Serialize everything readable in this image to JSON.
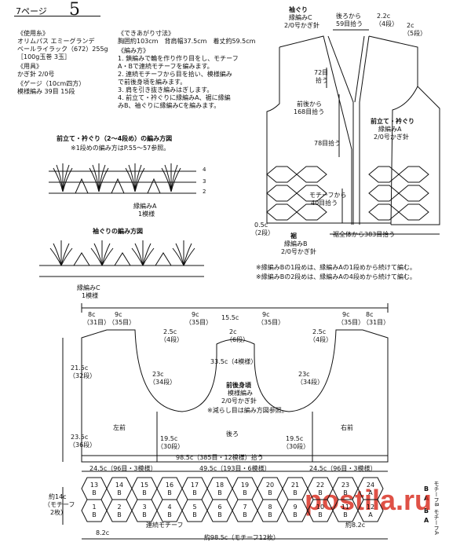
{
  "header": {
    "page_label": "7ページ",
    "page_number": "5"
  },
  "materials": {
    "title": "《使用糸》",
    "yarn": "オリムパス エミーグランデ",
    "color": "ベールライラック（672）255g",
    "ball": "［100g玉巻 3玉］",
    "tools_title": "《用具》",
    "hook": "かぎ針 2/0号",
    "gauge_title": "《ゲージ（10cm四方）",
    "gauge": "模様編み 39目 15段"
  },
  "finished_size": {
    "title": "《できあがり寸法》",
    "values": "胸囲約103cm　背肩幅37.5cm　着丈約59.5cm"
  },
  "method": {
    "title": "《編み方》",
    "steps": [
      "1. 鎖編みで輪を作り作り目をし、モチーフ",
      "A・Bで連続モチーフを編みます。",
      "2. 連続モチーフから目を拾い、模様編み",
      "で前後身頃を編みます。",
      "3. 肩を引き抜き編みはぎします。",
      "4. 前立て・衿ぐりに縁編みA、裾に縁編",
      "みB、袖ぐりに縁編みCを編みます。"
    ]
  },
  "chart_a": {
    "title": "前立て・衿ぐり（2〜4段め）の編み方図",
    "note": "※1段めの編み方はP.55〜57参照。",
    "label": "縁編みA",
    "repeat": "1模様",
    "rows": [
      "4",
      "3",
      "2"
    ]
  },
  "chart_c": {
    "title": "袖ぐりの編み方図",
    "label": "縁編みC",
    "repeat": "1模様"
  },
  "vest": {
    "armhole_label": "袖ぐり",
    "armhole_c": "縁編みC",
    "armhole_c_hook": "2/0号かぎ針",
    "back_pick": "後ろから",
    "back_pick_count": "59目拾う",
    "w_22": "2.2c",
    "w_22r": "（4段）",
    "w_2c": "2c",
    "w_2cr": "（5段）",
    "pick72": "72目",
    "pick72b": "拾う",
    "front_pick": "前後から",
    "front_pick_count": "168目拾う",
    "pick78": "78目拾う",
    "front_label": "前立て・衿ぐり",
    "front_a": "縁編みA",
    "front_a_hook": "2/0号かぎ針",
    "motif_pick": "モチーフから",
    "motif_pick_count": "40目拾う",
    "w_05": "0.5c",
    "w_05r": "（2段）",
    "hem_label": "裾",
    "hem_b": "縁編みB",
    "hem_b_hook": "2/0号かぎ針",
    "hem_pick": "裾全体から383目拾う",
    "note1": "※縁編みBの1段めは、縁編みAの1段めから続けて編む。",
    "note2": "※縁編みBの2段めは、縁編みAの4段めから続けて編む。"
  },
  "body": {
    "top_left1": "8c",
    "top_left1r": "（31目）",
    "top_left2": "9c",
    "top_left2r": "（35目）",
    "top_mid1": "9c",
    "top_mid1r": "（35目）",
    "top_center": "15.5c",
    "top_mid2": "9c",
    "top_mid2r": "（35目）",
    "top_right2": "9c",
    "top_right2r": "（35目）",
    "top_right1": "8c",
    "top_right1r": "（31目）",
    "neck_2c": "2c",
    "neck_2cr": "（6段）",
    "neck_25": "2.5c",
    "neck_25r": "（4段）",
    "neck_25b": "2.5c",
    "neck_25br": "（4段）",
    "neck_width": "33.5c（4模様）",
    "h_215": "21.5c",
    "h_215r": "（32段）",
    "arm_23": "23c",
    "arm_23r": "（34段）",
    "arm_23b": "23c",
    "arm_23br": "（34段）",
    "title": "前後身頃",
    "pattern": "模様編み",
    "hook": "2/0号かぎ針",
    "decrease_note": "※減らし目は編み方図参照。",
    "left_front": "左前",
    "back": "後ろ",
    "right_front": "右前",
    "h_235": "23.5c",
    "h_235r": "（36段）",
    "h_195": "19.5c",
    "h_195r": "（30段）",
    "h_195b": "19.5c",
    "h_195br": "（30段）",
    "full_pick": "98.5c（385目・12模様）拾う",
    "seg_left": "24.5c（96目・3模様）",
    "seg_mid": "49.5c（193目・6模様）",
    "seg_right": "24.5c（96目・3模様）",
    "motif_h": "約14c",
    "motif_hr": "（モチーフ",
    "motif_hr2": "2枚）",
    "motif_cont": "連続モチーフ",
    "w_82": "8.2c",
    "w_82b": "約8.2c",
    "bottom": "約98.5c（モチーフ12枚）"
  },
  "motifs": {
    "top_numbers": [
      "13",
      "14",
      "15",
      "16",
      "17",
      "18",
      "19",
      "20",
      "21",
      "22",
      "23",
      "24"
    ],
    "top_letters": [
      "B",
      "B",
      "B",
      "B",
      "B",
      "B",
      "B",
      "B",
      "B",
      "B",
      "B",
      "A"
    ],
    "bottom_numbers": [
      "1",
      "2",
      "3",
      "4",
      "5",
      "6",
      "7",
      "8",
      "9",
      "10",
      "11",
      "12"
    ],
    "bottom_letters": [
      "B",
      "B",
      "B",
      "B",
      "B",
      "B",
      "B",
      "B",
      "B",
      "B",
      "B",
      "A"
    ]
  },
  "legend": {
    "top": [
      "B",
      "A"
    ],
    "bottom": [
      "B",
      "A"
    ],
    "side_top": "モチーフB",
    "side_bottom": "モチーフA"
  },
  "watermark": "postila.ru"
}
